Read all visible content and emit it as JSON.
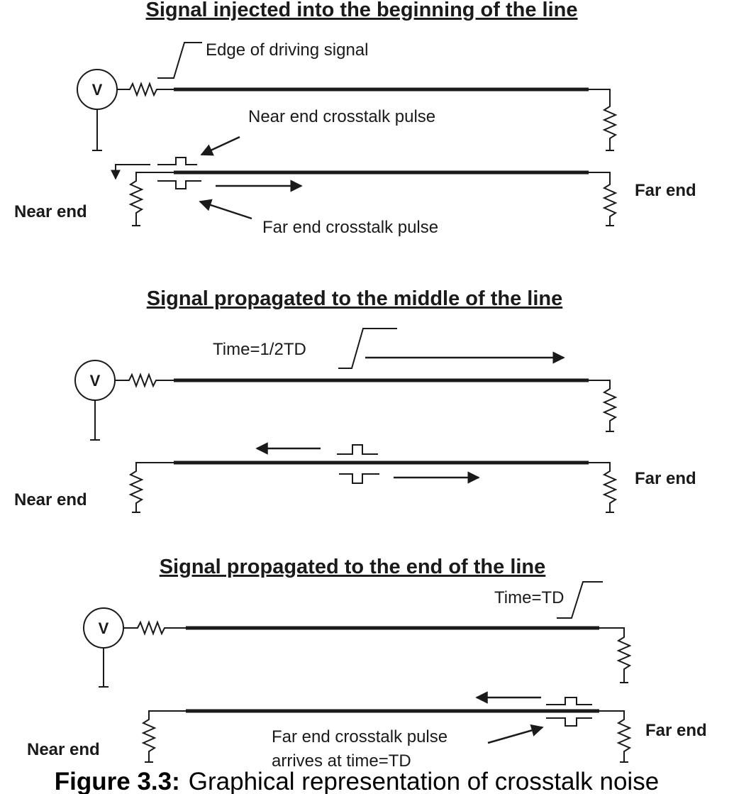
{
  "panels": [
    {
      "heading": "Signal injected into the beginning of the line",
      "source_label": "V",
      "near_end_label": "Near end",
      "far_end_label": "Far end",
      "edge_label": "Edge of driving signal",
      "next_label": "Near end crosstalk pulse",
      "fext_label": "Far end crosstalk pulse"
    },
    {
      "heading": "Signal propagated to the middle of the line",
      "source_label": "V",
      "near_end_label": "Near end",
      "far_end_label": "Far end",
      "time_label": "Time=1/2TD"
    },
    {
      "heading": "Signal propagated to the end of the line",
      "source_label": "V",
      "near_end_label": "Near end",
      "far_end_label": "Far end",
      "time_label": "Time=TD",
      "arrival_line1": "Far end crosstalk pulse",
      "arrival_line2": "arrives at time=TD"
    }
  ],
  "caption": {
    "figure_label": "Figure 3.3:",
    "text": "Graphical representation of crosstalk noise"
  }
}
